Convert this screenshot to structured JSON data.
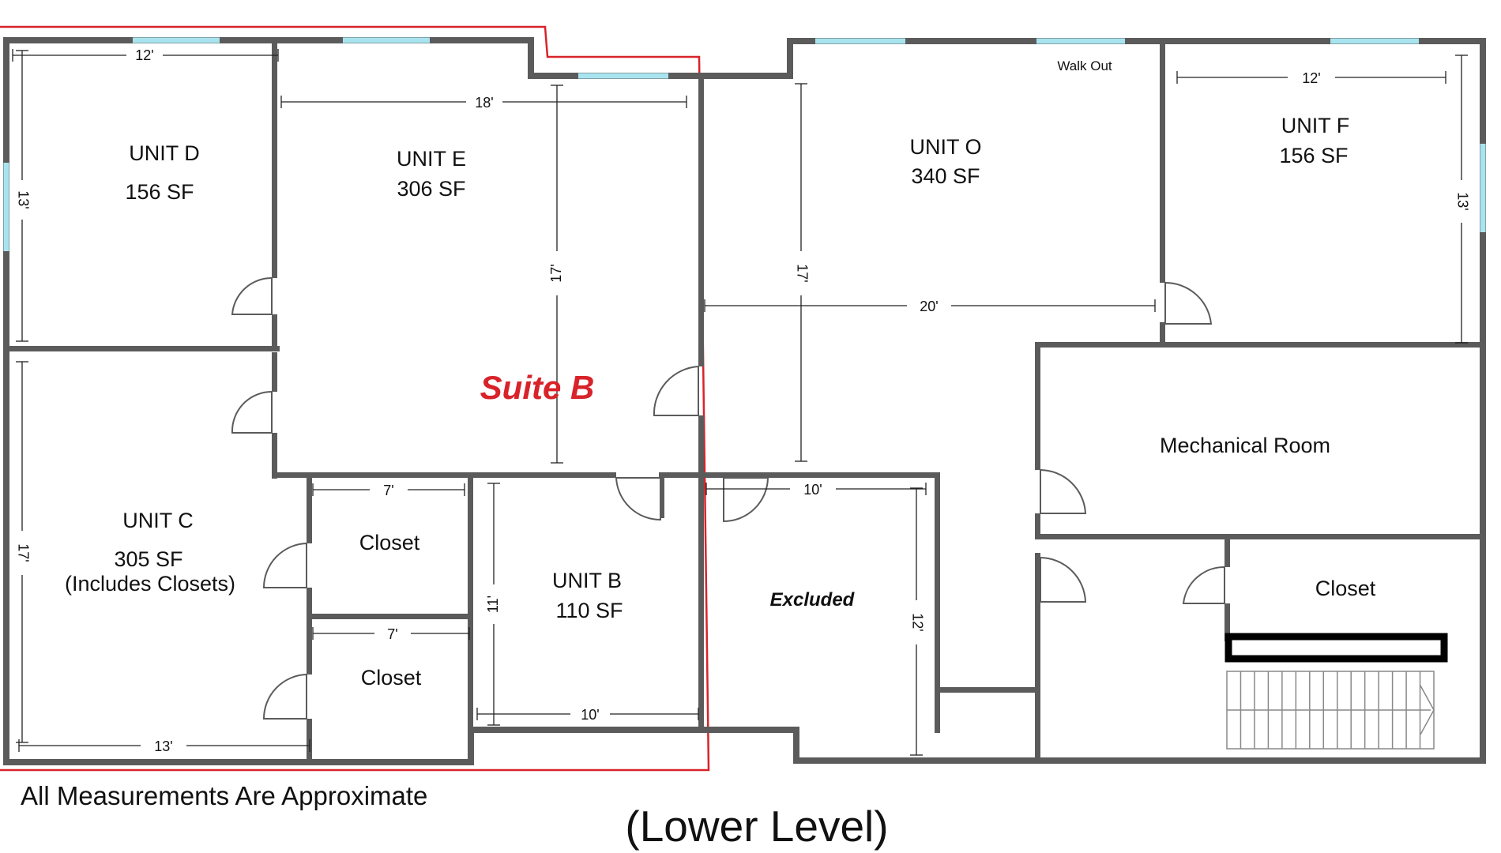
{
  "suite_label": "Suite B",
  "walk_out": "Walk Out",
  "units": {
    "d": {
      "name": "UNIT D",
      "area": "156 SF"
    },
    "e": {
      "name": "UNIT E",
      "area": "306 SF"
    },
    "o": {
      "name": "UNIT O",
      "area": "340 SF"
    },
    "f": {
      "name": "UNIT F",
      "area": "156 SF"
    },
    "c": {
      "name": "UNIT C",
      "area": "305 SF",
      "note": "(Includes Closets)"
    },
    "b": {
      "name": "UNIT B",
      "area": "110 SF"
    }
  },
  "rooms": {
    "closet_upper": "Closet",
    "closet_lower": "Closet",
    "closet_right": "Closet",
    "mechanical": "Mechanical Room",
    "excluded": "Excluded"
  },
  "dimensions": {
    "d_width": "12'",
    "d_height": "13'",
    "e_width": "18'",
    "e_height": "17'",
    "o_height": "17'",
    "o_width": "20'",
    "f_width": "12'",
    "f_height": "13'",
    "c_height": "17'",
    "c_width": "13'",
    "closet_upper_width": "7'",
    "closet_lower_width": "7'",
    "b_height": "11'",
    "b_width": "10'",
    "excluded_width": "10'",
    "excluded_height": "12'"
  },
  "footer": {
    "note": "All Measurements Are Approximate",
    "level": "(Lower Level)"
  },
  "colors": {
    "wall": "#5b5b5b",
    "window": "#a8e4ef",
    "suite_outline": "#d8232a"
  }
}
